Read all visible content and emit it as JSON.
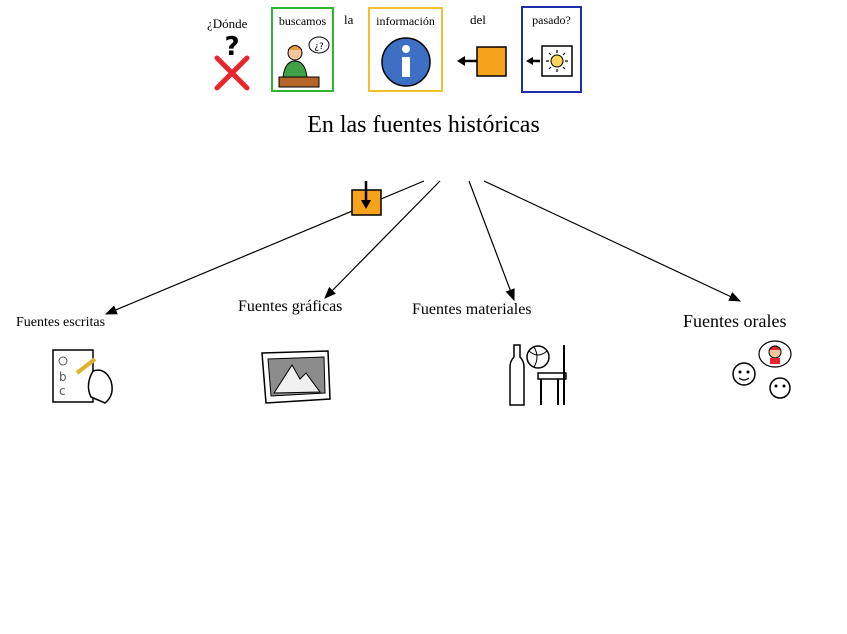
{
  "sentence": {
    "word_1": "¿Dónde",
    "word_2": "buscamos",
    "word_3": "la",
    "word_4": "información",
    "word_5": "del",
    "word_6": "pasado?"
  },
  "title": "En las fuentes históricas",
  "branches": [
    {
      "label": "Fuentes escritas",
      "icon": "writing-hand-icon"
    },
    {
      "label": "Fuentes gráficas",
      "icon": "photo-icon"
    },
    {
      "label": "Fuentes materiales",
      "icon": "objects-icon"
    },
    {
      "label": "Fuentes orales",
      "icon": "speaking-people-icon"
    }
  ],
  "colors": {
    "green_border": "#2fb52f",
    "yellow_border": "#f2c02a",
    "blue_border": "#1c2fa8",
    "orange": "#f7a21b",
    "red_x": "#e8252b",
    "info_blue": "#3d6fc4"
  }
}
